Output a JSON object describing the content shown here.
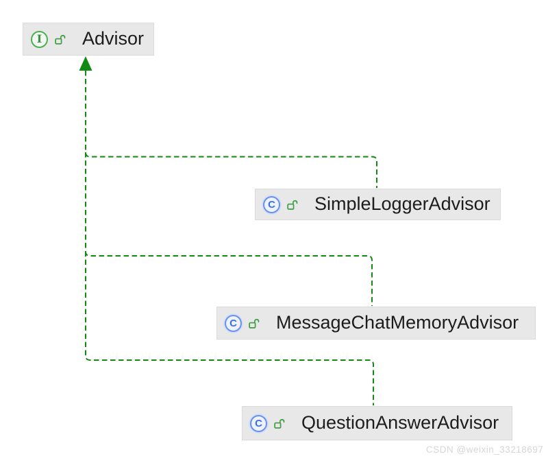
{
  "diagram": {
    "nodes": [
      {
        "label": "Advisor",
        "kind": "interface",
        "icon_glyph": "I",
        "visibility_icon": "unlocked-padlock"
      },
      {
        "label": "SimpleLoggerAdvisor",
        "kind": "class",
        "icon_glyph": "C",
        "visibility_icon": "unlocked-padlock"
      },
      {
        "label": "MessageChatMemoryAdvisor",
        "kind": "class",
        "icon_glyph": "C",
        "visibility_icon": "unlocked-padlock"
      },
      {
        "label": "QuestionAnswerAdvisor",
        "kind": "class",
        "icon_glyph": "C",
        "visibility_icon": "unlocked-padlock"
      }
    ],
    "edges": [
      {
        "from": "SimpleLoggerAdvisor",
        "to": "Advisor",
        "line_style": "dashed",
        "arrow": "filled-triangle"
      },
      {
        "from": "MessageChatMemoryAdvisor",
        "to": "Advisor",
        "line_style": "dashed",
        "arrow": "filled-triangle"
      },
      {
        "from": "QuestionAnswerAdvisor",
        "to": "Advisor",
        "line_style": "dashed",
        "arrow": "filled-triangle"
      }
    ]
  },
  "colors": {
    "edge_green": "#128A12",
    "interface_border": "#4CAF50",
    "interface_bg": "#F1F8F1",
    "interface_glyph": "#3E9142",
    "class_border": "#6A8FEE",
    "class_bg": "#EDF3FE",
    "class_glyph": "#3E6FDF",
    "class_halo": "#D4E0FA",
    "lock_green": "#3E9C41",
    "node_bg": "#E8E8E8",
    "node_border": "#DADADA",
    "node_text": "#1C1C1C",
    "watermark_gray": "#D6D6D6"
  },
  "watermark": {
    "text": "CSDN @weixin_33218697"
  }
}
